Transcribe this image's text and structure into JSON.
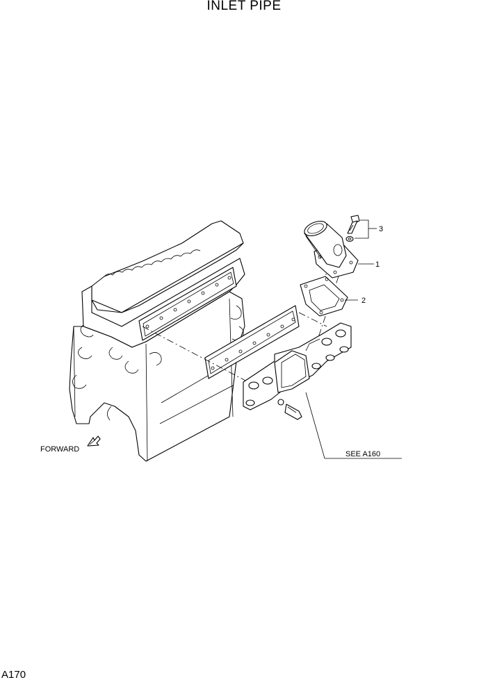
{
  "title": "INLET PIPE",
  "page_code": "A170",
  "labels": {
    "forward": "FORWARD",
    "see_ref": "SEE A160"
  },
  "callouts": [
    "1",
    "2",
    "3"
  ],
  "colors": {
    "ink": "#000000",
    "paper": "#ffffff"
  }
}
